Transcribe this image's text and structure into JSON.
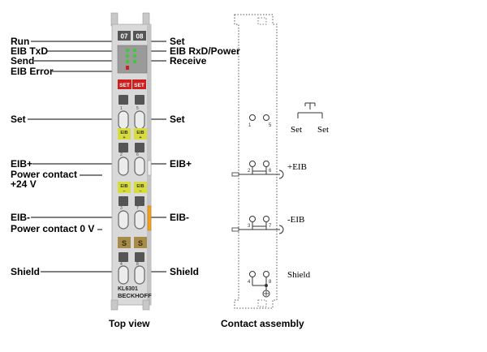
{
  "terminal": {
    "channel_numbers": [
      "07",
      "08"
    ],
    "led_labels": [
      "SET",
      "SET"
    ],
    "eib_plus_labels": [
      "EIB\n+",
      "EIB\n+"
    ],
    "eib_minus_labels": [
      "EIB\n–",
      "EIB\n–"
    ],
    "shield_labels": [
      "S",
      "S"
    ],
    "model": "KL6301",
    "brand": "BECKHOFF"
  },
  "left_labels": {
    "run": "Run",
    "eib_txd": "EIB TxD",
    "send": "Send",
    "eib_error": "EIB Error",
    "set": "Set",
    "eib_plus": "EIB+",
    "power_plus_1": "Power contact",
    "power_plus_2": "+24 V",
    "eib_minus": "EIB-",
    "power_zero": "Power contact 0 V",
    "shield": "Shield"
  },
  "right_labels": {
    "set_top": "Set",
    "eib_rxd_power": "EIB RxD/Power",
    "receive": "Receive",
    "set": "Set",
    "eib_plus": "EIB+",
    "eib_minus": "EIB-",
    "shield": "Shield"
  },
  "contacts": {
    "switch_labels": [
      "Set",
      "Set"
    ],
    "eib_plus": "+EIB",
    "eib_minus": "-EIB",
    "shield": "Shield",
    "pins": [
      "1",
      "5",
      "2",
      "6",
      "3",
      "7",
      "4",
      "8"
    ]
  },
  "captions": {
    "top_view": "Top view",
    "contact_assembly": "Contact assembly"
  },
  "colors": {
    "housing": "#d9d9d9",
    "housing_dark": "#b8b8b8",
    "led_red": "#cc1f1f",
    "led_green": "#3fc83f",
    "eib_yellow": "#d8dc3a",
    "shield_tan": "#a88b48",
    "orange_contact": "#f0a020"
  }
}
